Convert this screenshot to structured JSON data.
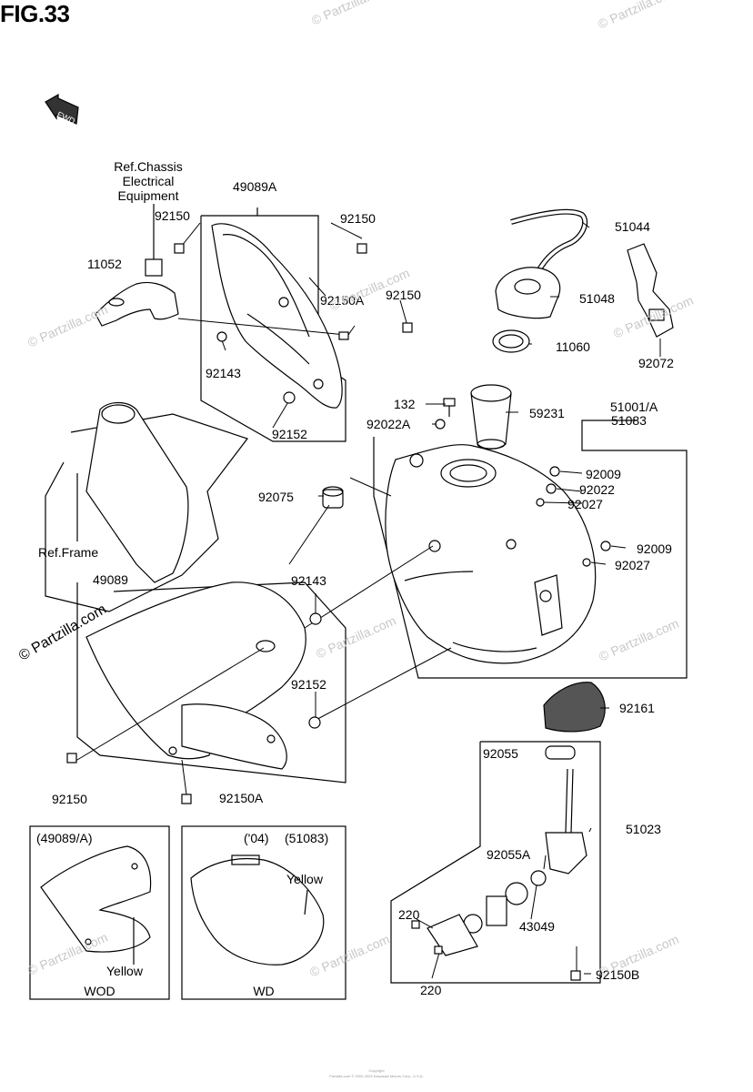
{
  "figure": {
    "title": "FIG.33",
    "copyright": "© Partzilla.com",
    "watermark": "© Partzilla.com"
  },
  "footer": {
    "line1": "Copyright",
    "line2": "Partzilla.com © 2002-2023 Kawasaki Motors Corp., U.S.A."
  },
  "labels": {
    "ref_chassis_1": "Ref.Chassis",
    "ref_chassis_2": "Electrical",
    "ref_chassis_3": "Equipment",
    "p49089A": "49089A",
    "p92150_a": "92150",
    "p92150_b": "92150",
    "p92150_c": "92150",
    "p11052": "11052",
    "p92150A_a": "92150A",
    "p92143_a": "92143",
    "p92152_a": "92152",
    "p51044": "51044",
    "p51048": "51048",
    "p11060": "11060",
    "p92072": "92072",
    "p132": "132",
    "p92022A": "92022A",
    "p59231": "59231",
    "p51001A": "51001/A",
    "p51083": "51083",
    "p92009_a": "92009",
    "p92022": "92022",
    "p92027_a": "92027",
    "p92075": "92075",
    "p92009_b": "92009",
    "p92027_b": "92027",
    "ref_frame": "Ref.Frame",
    "p49089": "49089",
    "p92143_b": "92143",
    "p92152_b": "92152",
    "p92161": "92161",
    "p92150_d": "92150",
    "p92150A_b": "92150A",
    "p92055": "92055",
    "p51023": "51023",
    "p92055A": "92055A",
    "p220_a": "220",
    "p43049": "43049",
    "p220_b": "220",
    "p92150B": "92150B"
  },
  "insets": {
    "left": {
      "header": "(49089/A)",
      "color": "Yellow",
      "caption": "WOD"
    },
    "right": {
      "header_year": "('04)",
      "header_part": "(51083)",
      "color": "Yellow",
      "caption": "WD"
    }
  },
  "fwd_marker": "FWD"
}
